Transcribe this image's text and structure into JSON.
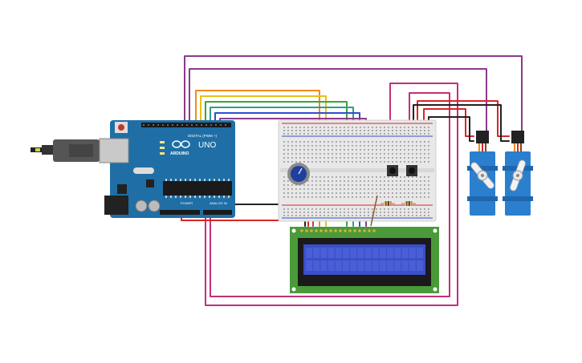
{
  "board": {
    "brand": "ARDUINO",
    "model": "UNO",
    "header_digital": "DIGITAL (PWM ~)",
    "header_power": "POWER",
    "header_analog": "ANALOG IN",
    "color": "#1f6fa6"
  },
  "lcd": {
    "color": "#3b4fc9",
    "pcb_color": "#4a9a3a"
  },
  "servo_color": "#2a7fcf",
  "wire_colors": {
    "purple": "#8b3a8b",
    "magenta": "#c2307a",
    "red": "#d62728",
    "black": "#222222",
    "orange": "#f08c1a",
    "yellow": "#e8c21a",
    "green": "#3aa635",
    "teal": "#2a9d8f",
    "blue": "#2f4fcf"
  }
}
